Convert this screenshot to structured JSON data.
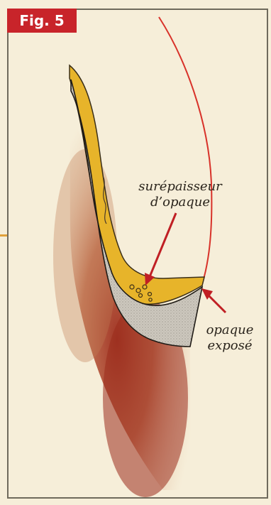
{
  "figure": {
    "label": "Fig. 5"
  },
  "annotations": {
    "surepaisseur_line1": "surépaisseur",
    "surepaisseur_line2": "d’opaque",
    "opaque_line1": "opaque",
    "opaque_line2": "exposé"
  },
  "colors": {
    "label_bg": "#c8242a",
    "gum": "#b1472d",
    "metal": "#cfcac0",
    "opaque": "#e7b42a",
    "crown_outline": "#d8322a",
    "arrow": "#c01f24"
  }
}
